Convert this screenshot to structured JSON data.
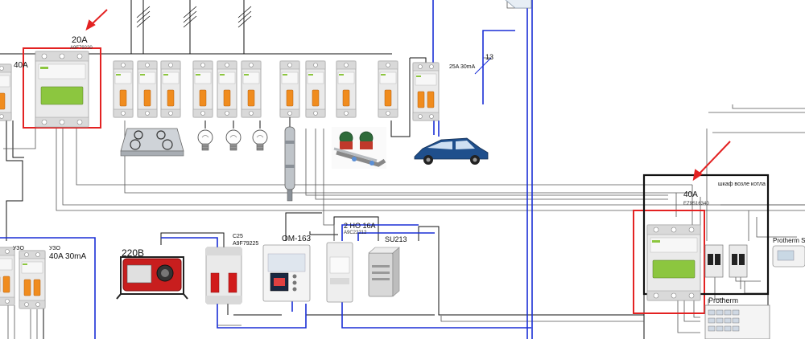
{
  "labels": {
    "main_breaker_rating": "20A",
    "main_breaker_code": "A9F79220",
    "left_breaker_rating": "40A",
    "rcd_ev": "25A 30mA",
    "wire_count": "13",
    "boiler_breaker_rating": "40A",
    "boiler_breaker_code": "EZ9S16340",
    "boiler_cabinet": "шкаф возле котла",
    "protherm_thermostat": "Protherm S",
    "protherm_boiler": "Protherm",
    "uzo_left": "УЗО",
    "uzo_right": "УЗО",
    "uzo_rating": "40A 30mA",
    "generator_voltage": "220В",
    "gen_breaker_curve": "C25",
    "gen_breaker_code": "A9F79225",
    "relay_model": "OM-163",
    "contactor_rating": "2 НО 16A",
    "contactor_code": "A9C22212",
    "socket_model": "SU213"
  },
  "colors": {
    "wire_blue": "#1a2fd6",
    "wire_black": "#111111",
    "wire_grey": "#555555",
    "highlight": "#e32222",
    "breaker_body": "#e9e9e9",
    "lever_green": "#8cc63f",
    "lever_orange": "#f08c1e",
    "lever_red": "#d11b1b",
    "generator_red": "#c81e1e",
    "car_blue": "#1f4f8c"
  },
  "icons": [
    "breaker-icon",
    "rcd-icon",
    "cooktop-icon",
    "bulb-icon",
    "borehole-pump-icon",
    "circulation-pump-icon",
    "car-icon",
    "generator-icon",
    "voltage-relay-icon",
    "contactor-icon",
    "socket-module-icon",
    "thermostat-icon",
    "boiler-icon",
    "arrow-icon",
    "highlight-box-icon"
  ]
}
